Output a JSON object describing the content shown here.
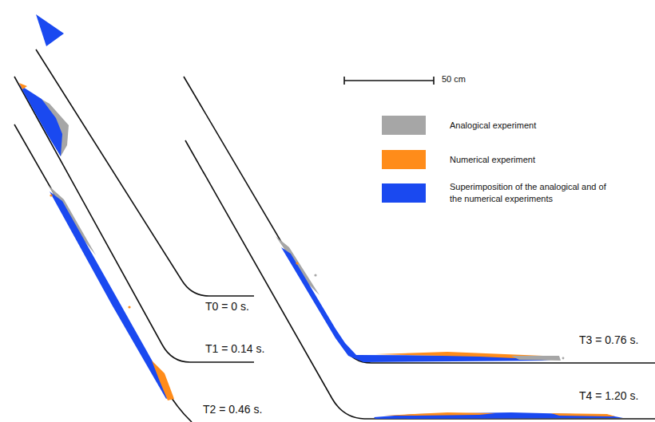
{
  "diagram": {
    "labels": [
      "50 cm",
      "T0 = 0 s.",
      "T1 = 0.14 s.",
      "T2 = 0.46 s.",
      "T3 = 0.76 s.",
      "T4 = 1.20 s."
    ],
    "legend": [
      {
        "text": "Analogical experiment",
        "color": "#a6a6a6"
      },
      {
        "text": "Numerical experiment",
        "color": "#ff8c1a"
      },
      {
        "text": "Superimposition of the analogical and of the numerical experiments",
        "color": "#1a49f0"
      }
    ]
  }
}
